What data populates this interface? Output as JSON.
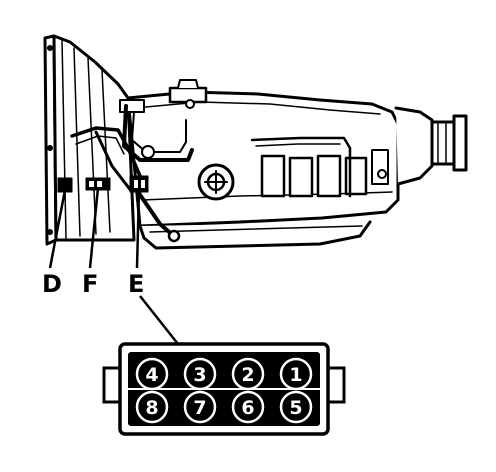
{
  "diagram": {
    "callouts": {
      "d": "D",
      "f": "F",
      "e": "E"
    },
    "connector": {
      "pins_top": [
        "4",
        "3",
        "2",
        "1"
      ],
      "pins_bottom": [
        "8",
        "7",
        "6",
        "5"
      ]
    },
    "colors": {
      "ink": "#000000",
      "paper": "#ffffff"
    }
  }
}
